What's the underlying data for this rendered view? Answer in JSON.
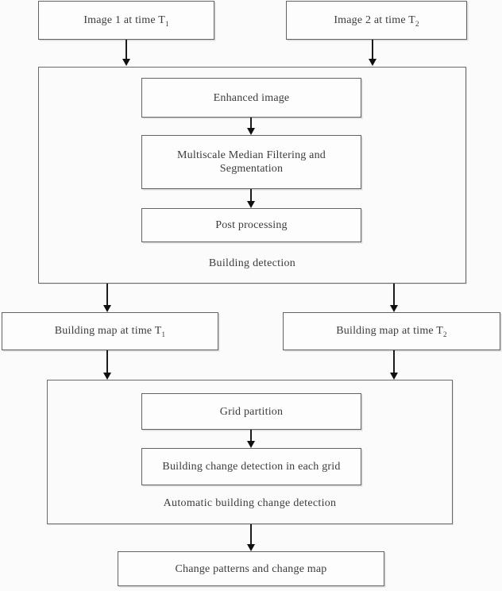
{
  "colors": {
    "background": "#fbfbfb",
    "box_border": "#636363",
    "text": "#3c3c3c",
    "arrow": "#1c1c1c"
  },
  "nodes": {
    "image1": {
      "label": "Image 1 at time T",
      "sub": "1"
    },
    "image2": {
      "label": "Image 2 at time T",
      "sub": "2"
    },
    "enhanced": {
      "label": "Enhanced image"
    },
    "multiscale": {
      "label": "Multiscale Median Filtering and Segmentation"
    },
    "postprocessing": {
      "label": "Post processing"
    },
    "building_detection": {
      "label": "Building detection"
    },
    "map1": {
      "label": "Building map at time T",
      "sub": "1"
    },
    "map2": {
      "label": "Building map at time T",
      "sub": "2"
    },
    "grid_partition": {
      "label": "Grid partition"
    },
    "change_in_grid": {
      "label": "Building change detection in each grid"
    },
    "auto_change_detection": {
      "label": "Automatic building change detection"
    },
    "change_patterns": {
      "label": "Change patterns and change map"
    }
  }
}
